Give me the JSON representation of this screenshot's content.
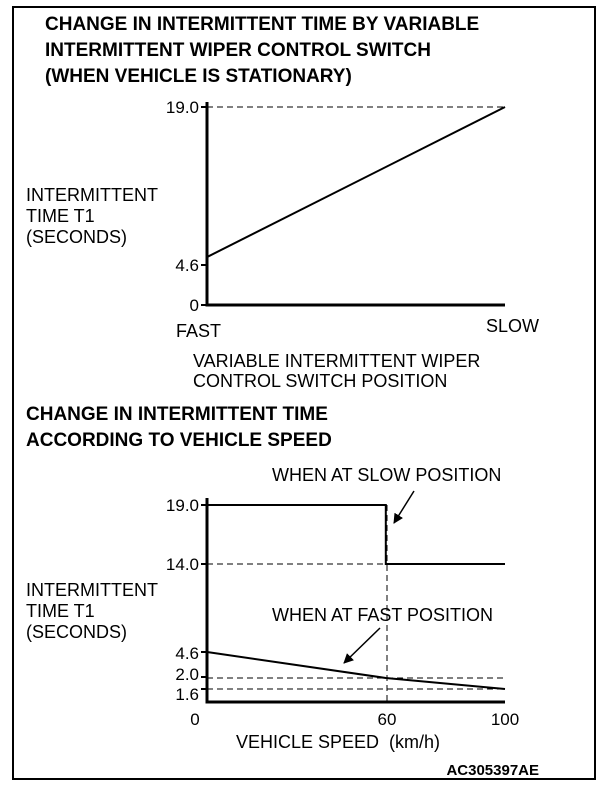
{
  "chart_data": [
    {
      "type": "line",
      "title": [
        "CHANGE IN INTERMITTENT TIME BY VARIABLE",
        "INTERMITTENT WIPER CONTROL SWITCH",
        "(WHEN VEHICLE IS STATIONARY)"
      ],
      "ylabel": [
        "INTERMITTENT",
        "TIME T1",
        "(SECONDS)"
      ],
      "xlabel": [
        "VARIABLE INTERMITTENT WIPER",
        "CONTROL SWITCH POSITION"
      ],
      "x_tick_labels": [
        "FAST",
        "SLOW"
      ],
      "y_ticks": [
        "19.0",
        "4.6",
        "0"
      ],
      "ylim": [
        0,
        19.0
      ],
      "grid": false,
      "series": [
        {
          "x": [
            0,
            1
          ],
          "y": [
            4.6,
            19.0
          ]
        }
      ]
    },
    {
      "type": "line",
      "title": [
        "CHANGE IN INTERMITTENT TIME",
        "ACCORDING TO VEHICLE SPEED"
      ],
      "ylabel": [
        "INTERMITTENT",
        "TIME T1",
        "(SECONDS)"
      ],
      "xlabel": "VEHICLE SPEED  (km/h)",
      "x_ticks": [
        "0",
        "60",
        "100"
      ],
      "y_ticks": [
        "19.0",
        "14.0",
        "4.6",
        "2.0",
        "1.6"
      ],
      "xlim": [
        0,
        100
      ],
      "grid": false,
      "series": [
        {
          "name": "WHEN AT SLOW POSITION",
          "x": [
            0,
            60,
            60,
            100
          ],
          "y": [
            19.0,
            19.0,
            14.0,
            14.0
          ]
        },
        {
          "name": "WHEN AT FAST POSITION",
          "x": [
            0,
            60,
            100
          ],
          "y": [
            4.6,
            2.0,
            1.6
          ]
        }
      ]
    }
  ],
  "figure_code": "AC305397AE"
}
